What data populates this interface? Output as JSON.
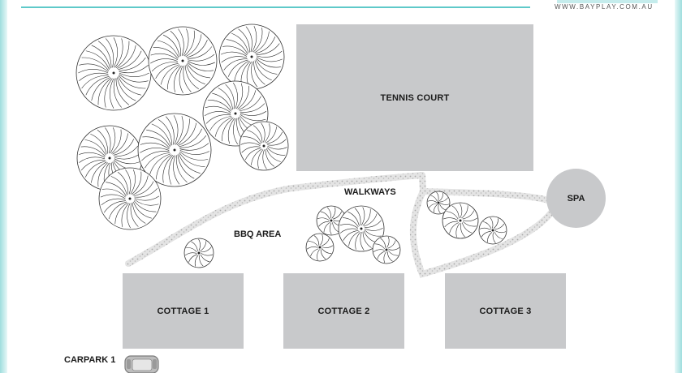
{
  "header": {
    "url": "WWW.BAYPLAY.COM.AU"
  },
  "buildings": {
    "tennis": "TENNIS COURT",
    "cottage1": "COTTAGE 1",
    "cottage2": "COTTAGE 2",
    "cottage3": "COTTAGE 3",
    "spa": "SPA"
  },
  "labels": {
    "walkways": "WALKWAYS",
    "bbq": "BBQ AREA",
    "carpark": "CARPARK 1"
  },
  "colors": {
    "frame": "#9fdede",
    "rule": "#5ec9c9",
    "building": "#c8c9cb",
    "walkway": "#cfcfcf"
  },
  "icons": {
    "car": "car-icon",
    "tree": "tree-icon"
  }
}
